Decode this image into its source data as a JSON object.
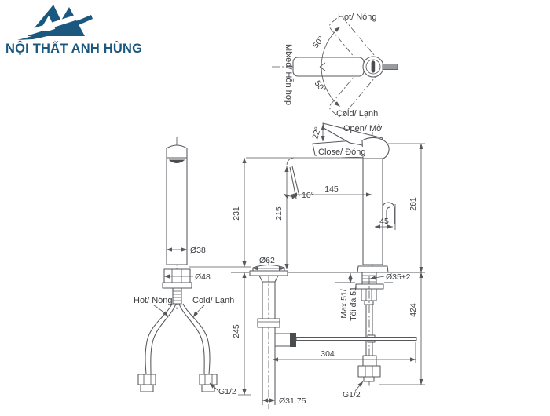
{
  "brand": {
    "name": "NỘI THẤT ANH HÙNG"
  },
  "colors": {
    "brand_blue": "#1b587f",
    "line_gray": "#57585c",
    "text_gray": "#3b3c40"
  },
  "top_view": {
    "hot": "Hot/ Nóng",
    "cold": "Cold/ Lạnh",
    "mixed": "Mixed/ Hỗn hợp",
    "swing_upper": "50°",
    "swing_lower": "50°"
  },
  "handle": {
    "open": "Open/ Mở",
    "close": "Close/ Đóng",
    "lift_angle": "22°"
  },
  "front_view": {
    "spout_reach": "145",
    "spout_height": "215",
    "body_height": "231",
    "total_height": "261",
    "back_offset": "45",
    "stream_angle": "10°"
  },
  "side_view": {
    "spout_dia": "Ø38",
    "base_dia": "Ø48",
    "hot": "Hot/ Nóng",
    "cold": "Cold/ Lạnh",
    "hose_thread": "G1/2"
  },
  "install": {
    "deck_hole_dia": "Ø35±2",
    "max_thickness_en": "Max 51/",
    "max_thickness_vi": "Tối đa 51",
    "below_counter_height": "424",
    "supply_thread": "G1/2"
  },
  "drain": {
    "flange_dia": "Ø62",
    "height": "245",
    "rod_length": "304",
    "tail_dia": "Ø31.75"
  }
}
